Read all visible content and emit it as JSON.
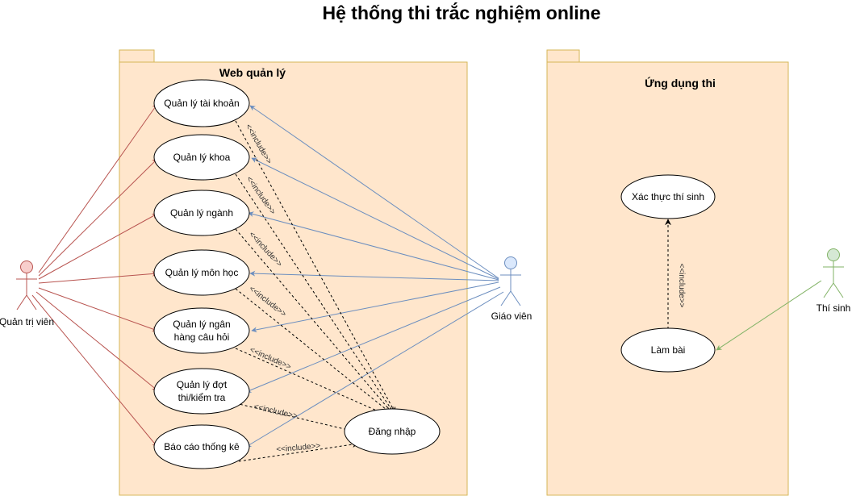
{
  "title": "Hệ thống thi trắc nghiệm online",
  "packages": {
    "web": {
      "title": "Web quản lý"
    },
    "app": {
      "title": "Ứng dụng thi"
    }
  },
  "actors": {
    "admin": {
      "label": "Quản trị viên",
      "color": "#f8cecc",
      "stroke": "#b85450"
    },
    "teacher": {
      "label": "Giáo viên",
      "color": "#dae8fc",
      "stroke": "#6c8ebf"
    },
    "student": {
      "label": "Thí sinh",
      "color": "#d5e8d4",
      "stroke": "#82b366"
    }
  },
  "use_cases": {
    "account": {
      "lines": [
        "Quản lý tài khoản"
      ]
    },
    "faculty": {
      "lines": [
        "Quản lý khoa"
      ]
    },
    "major": {
      "lines": [
        "Quản lý ngành"
      ]
    },
    "subject": {
      "lines": [
        "Quản lý môn học"
      ]
    },
    "questions": {
      "lines": [
        "Quản lý ngân",
        "hàng câu hỏi"
      ]
    },
    "exams": {
      "lines": [
        "Quản lý đợt",
        "thi/kiểm tra"
      ]
    },
    "report": {
      "lines": [
        "Báo cáo thống kê"
      ]
    },
    "login": {
      "lines": [
        "Đăng nhập"
      ]
    },
    "verify": {
      "lines": [
        "Xác thực thí sinh"
      ]
    },
    "take": {
      "lines": [
        "Làm bài"
      ]
    }
  },
  "include_label": "<<include>>",
  "colors": {
    "admin_edge": "#b85450",
    "teacher_edge": "#6c8ebf",
    "student_edge": "#82b366"
  }
}
